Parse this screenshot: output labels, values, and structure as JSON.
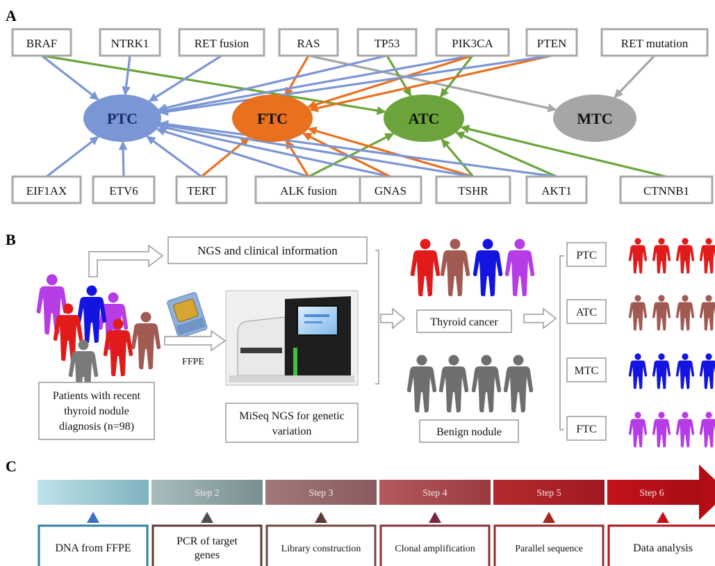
{
  "panel_labels": {
    "a": "A",
    "b": "B",
    "c": "C"
  },
  "panel_a": {
    "cancers": [
      "PTC",
      "FTC",
      "ATC",
      "MTC"
    ],
    "cancer_colors": [
      "#7b96d4",
      "#e8701f",
      "#6aa43a",
      "#a6a6a6"
    ],
    "top_genes": [
      "BRAF",
      "NTRK1",
      "RET fusion",
      "RAS",
      "TP53",
      "PIK3CA",
      "PTEN",
      "RET mutation"
    ],
    "bottom_genes": [
      "EIF1AX",
      "ETV6",
      "TERT",
      "ALK fusion",
      "GNAS",
      "TSHR",
      "AKT1",
      "CTNNB1"
    ]
  },
  "panel_b": {
    "ngs_clinical": "NGS and clinical information",
    "ffpe": "FFPE",
    "patients_text": [
      "Patients with recent",
      "thyroid nodule",
      "diagnosis (n=98)"
    ],
    "miseq_text": [
      "MiSeq NGS for genetic",
      "variation"
    ],
    "thyroid_cancer": "Thyroid cancer",
    "benign_nodule": "Benign nodule",
    "subtypes": [
      "PTC",
      "ATC",
      "MTC",
      "FTC"
    ],
    "subtype_colors": [
      "#e11a1a",
      "#a05a52",
      "#1414e0",
      "#b63ce6"
    ],
    "gray": "#6e6e6e"
  },
  "panel_c": {
    "steps": [
      "",
      "Step 2",
      "Step 3",
      "Step 4",
      "Step 5",
      "Step 6"
    ],
    "descriptions": [
      [
        "DNA from FFPE"
      ],
      [
        "PCR of target",
        "genes"
      ],
      [
        "Library construction"
      ],
      [
        "Clonal amplification"
      ],
      [
        "Parallel sequence"
      ],
      [
        "Data analysis"
      ]
    ],
    "box_colors": [
      "#2f7fa3",
      "#5c3b33",
      "#6e4a3c",
      "#8a2f3a",
      "#9b2a2a",
      "#b0121c"
    ],
    "marker_colors": [
      "#3b6fc8",
      "#4d4d4d",
      "#5a3a33",
      "#7a2448",
      "#a0261a",
      "#c0101a"
    ]
  }
}
